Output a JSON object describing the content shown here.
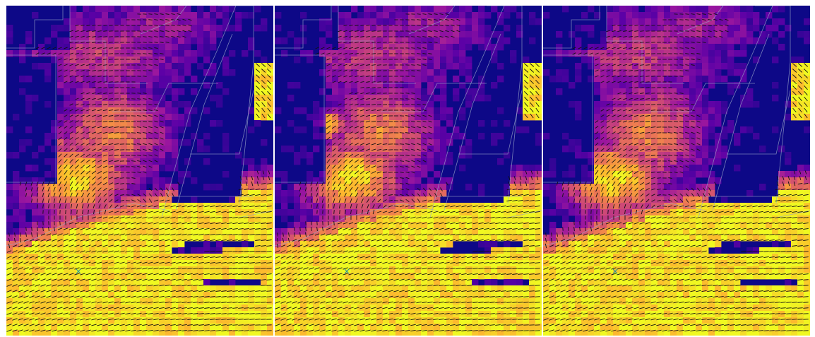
{
  "figure": {
    "panel_count": 3,
    "panels": [
      {
        "id": "panel-0",
        "variant": "a"
      },
      {
        "id": "panel-1",
        "variant": "b"
      },
      {
        "id": "panel-2",
        "variant": "c"
      }
    ],
    "colormap": "plasma",
    "colormap_stops": [
      "#0d0887",
      "#5c01a6",
      "#9c179e",
      "#cc4778",
      "#ed7953",
      "#fdb42f",
      "#f0f921"
    ],
    "vector_color": "#111111",
    "boundary_color": "#9aa6c8",
    "marker": {
      "glyph": "×",
      "color": "#1f8fa3"
    }
  }
}
